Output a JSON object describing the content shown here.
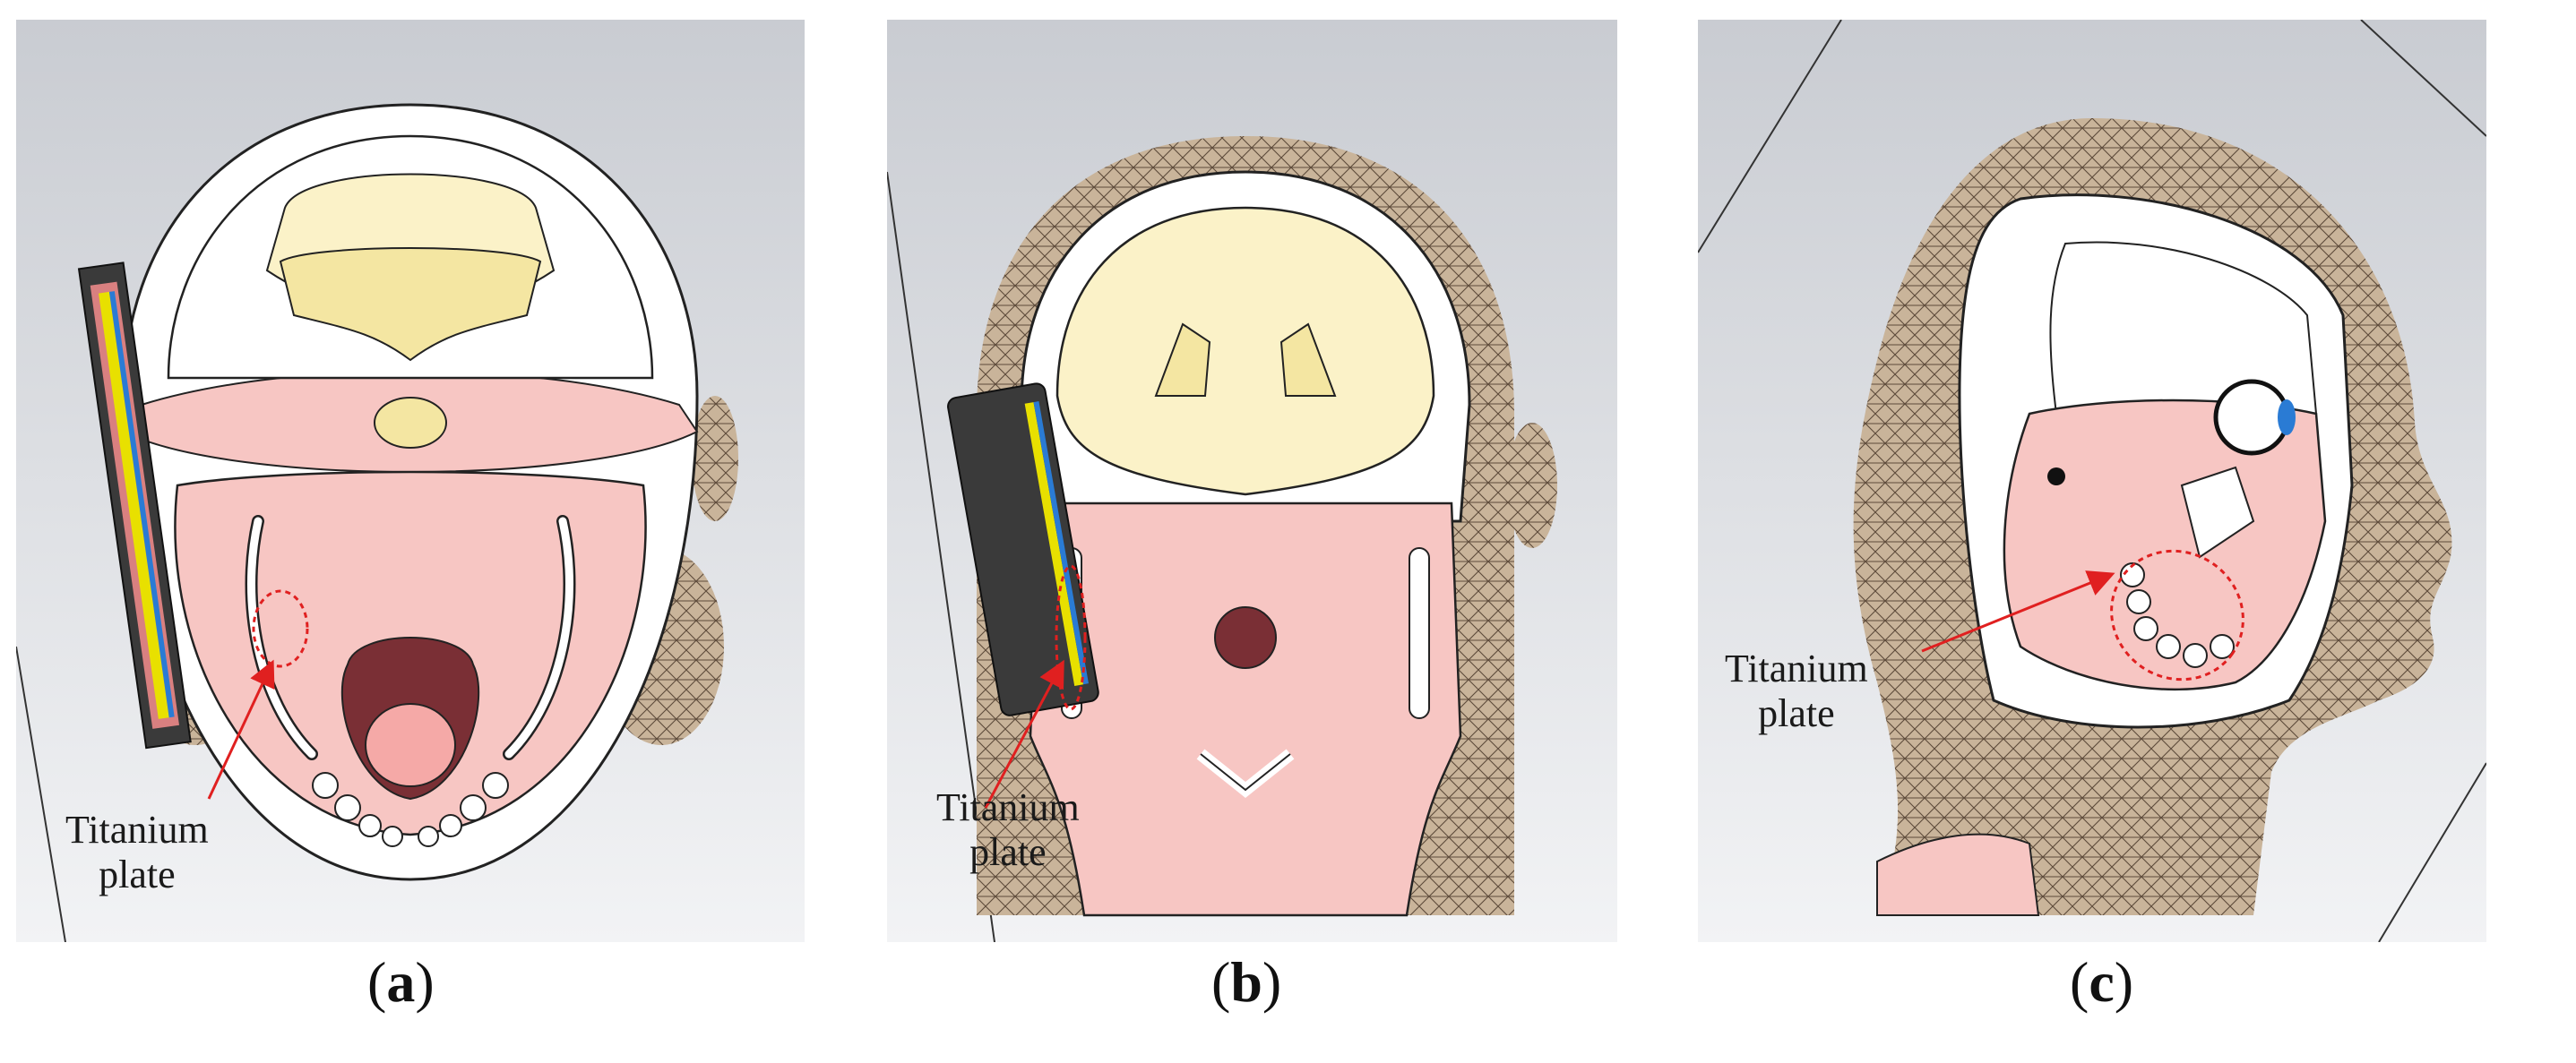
{
  "annotation": {
    "label_line1": "Titanium",
    "label_line2": "plate"
  },
  "panels": [
    {
      "open": "(",
      "letter": "a",
      "close": ")"
    },
    {
      "open": "(",
      "letter": "b",
      "close": ")"
    },
    {
      "open": "(",
      "letter": "c",
      "close": ")"
    }
  ],
  "colors": {
    "background_top": "#cfd2d7",
    "background_bottom": "#eef0f2",
    "skin_mesh": "#c9b49a",
    "bone": "#ffffff",
    "soft_tissue": "#f7c6c3",
    "brain": "#fbf2c8",
    "ventricle": "#f4e6a2",
    "tongue": "#7a2f35",
    "pointer_arrow": "#e02020",
    "phone_body": "#3a3a3a",
    "phone_layer": "#e8e000"
  }
}
